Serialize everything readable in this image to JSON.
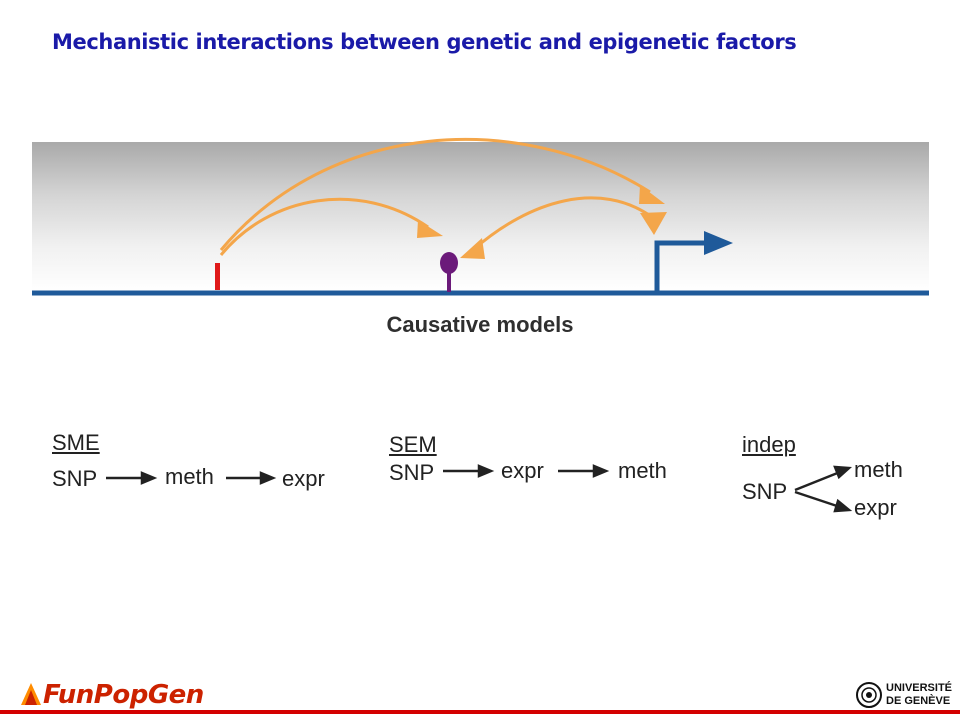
{
  "slide": {
    "title": "Mechanistic interactions between genetic and epigenetic factors",
    "diagram_label": "Causative models"
  },
  "models": [
    {
      "name": "SME",
      "lines": [
        [
          "SNP",
          "meth",
          "expr"
        ]
      ]
    },
    {
      "name": "SEM",
      "lines": [
        [
          "SNP",
          "expr",
          "meth"
        ]
      ]
    },
    {
      "name": "indep",
      "root": "SNP",
      "branches": [
        "meth",
        "expr"
      ]
    }
  ],
  "footer": {
    "left_logo": "FunPopGen",
    "right_logo_line1": "UNIVERSITÉ",
    "right_logo_line2": "DE GENÈVE"
  },
  "colors": {
    "title": "#1a1aa8",
    "dna_line": "#1f5a9a",
    "arrows": "#f4a64a",
    "snp_marker": "#e01a1a",
    "methyl_marker": "#6b1a7a",
    "footer_line": "#d40000"
  },
  "icons": [
    "snp-marker-icon",
    "methylation-lollipop-icon",
    "promoter-arrow-icon",
    "unige-seal-icon"
  ]
}
